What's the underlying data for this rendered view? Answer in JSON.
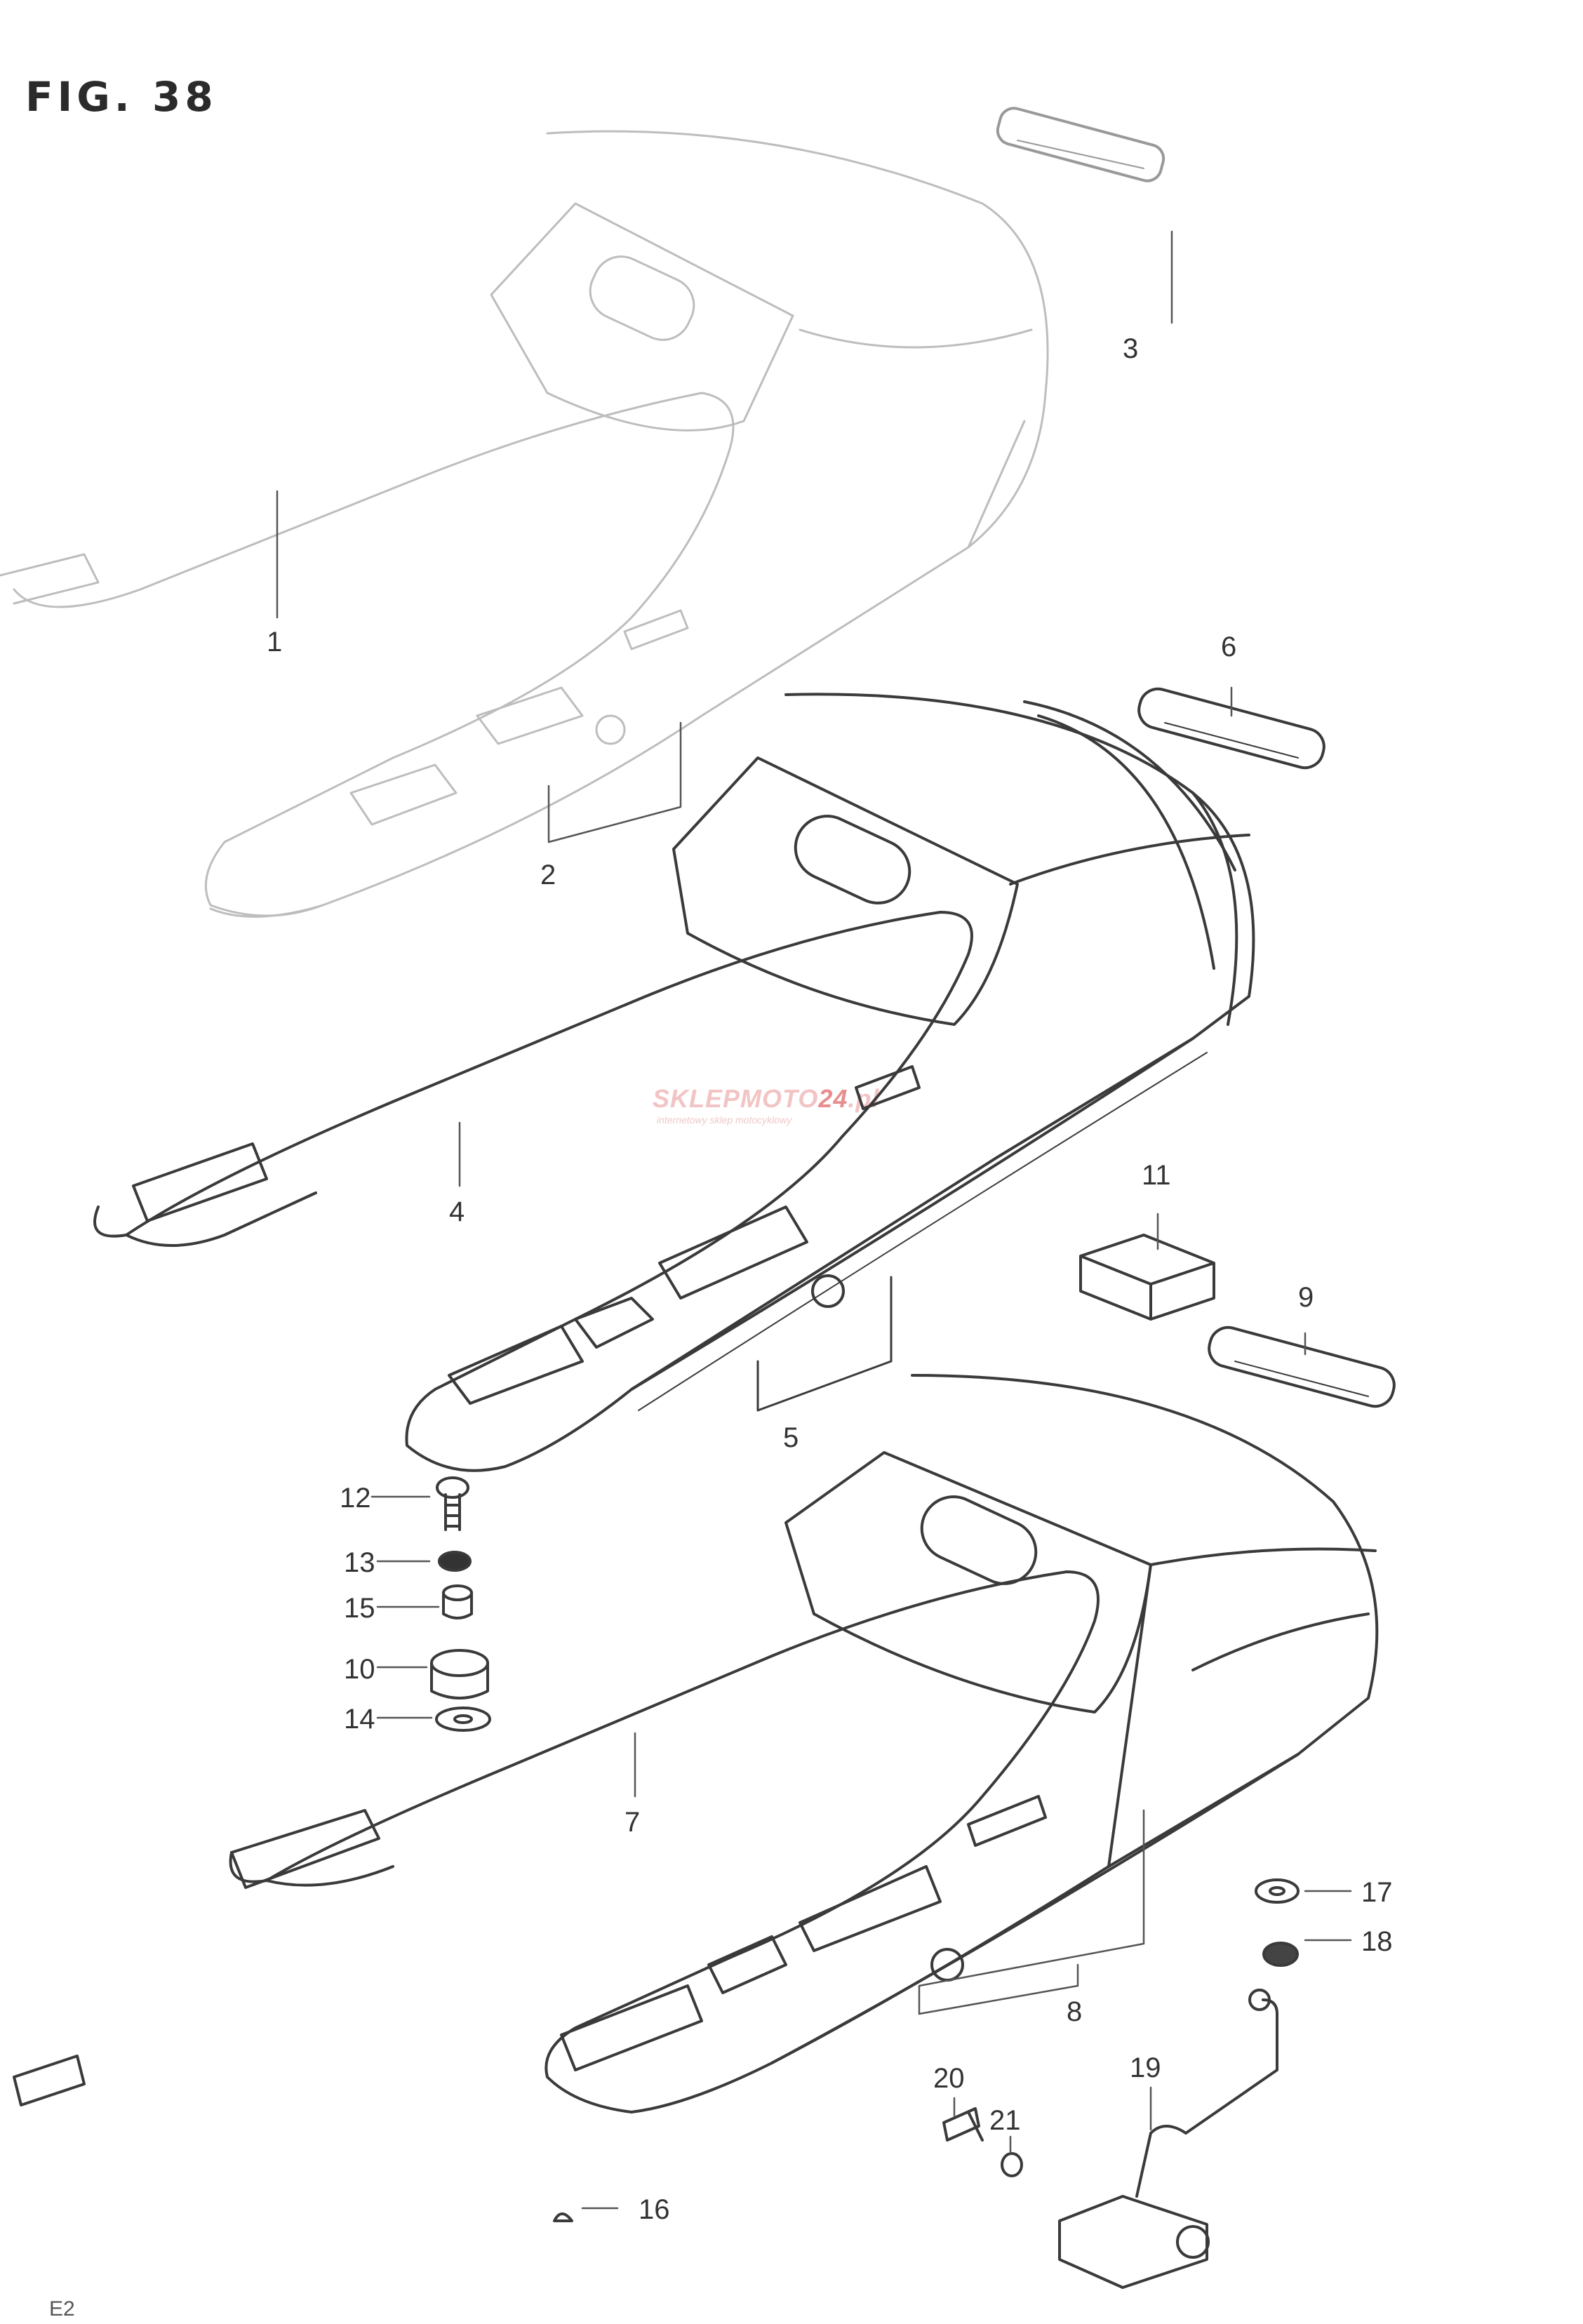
{
  "figure": {
    "title": "FIG. 38"
  },
  "watermark": {
    "brand": "SKLEPMOTO",
    "brand_accent": "24",
    "brand_suffix": ".pl",
    "tagline": "internetowy sklep motocyklowy"
  },
  "callouts": [
    "1",
    "2",
    "3",
    "4",
    "5",
    "6",
    "7",
    "8",
    "9",
    "10",
    "11",
    "12",
    "13",
    "14",
    "15",
    "16",
    "17",
    "18",
    "19",
    "20",
    "21"
  ],
  "corner_text": "E2"
}
